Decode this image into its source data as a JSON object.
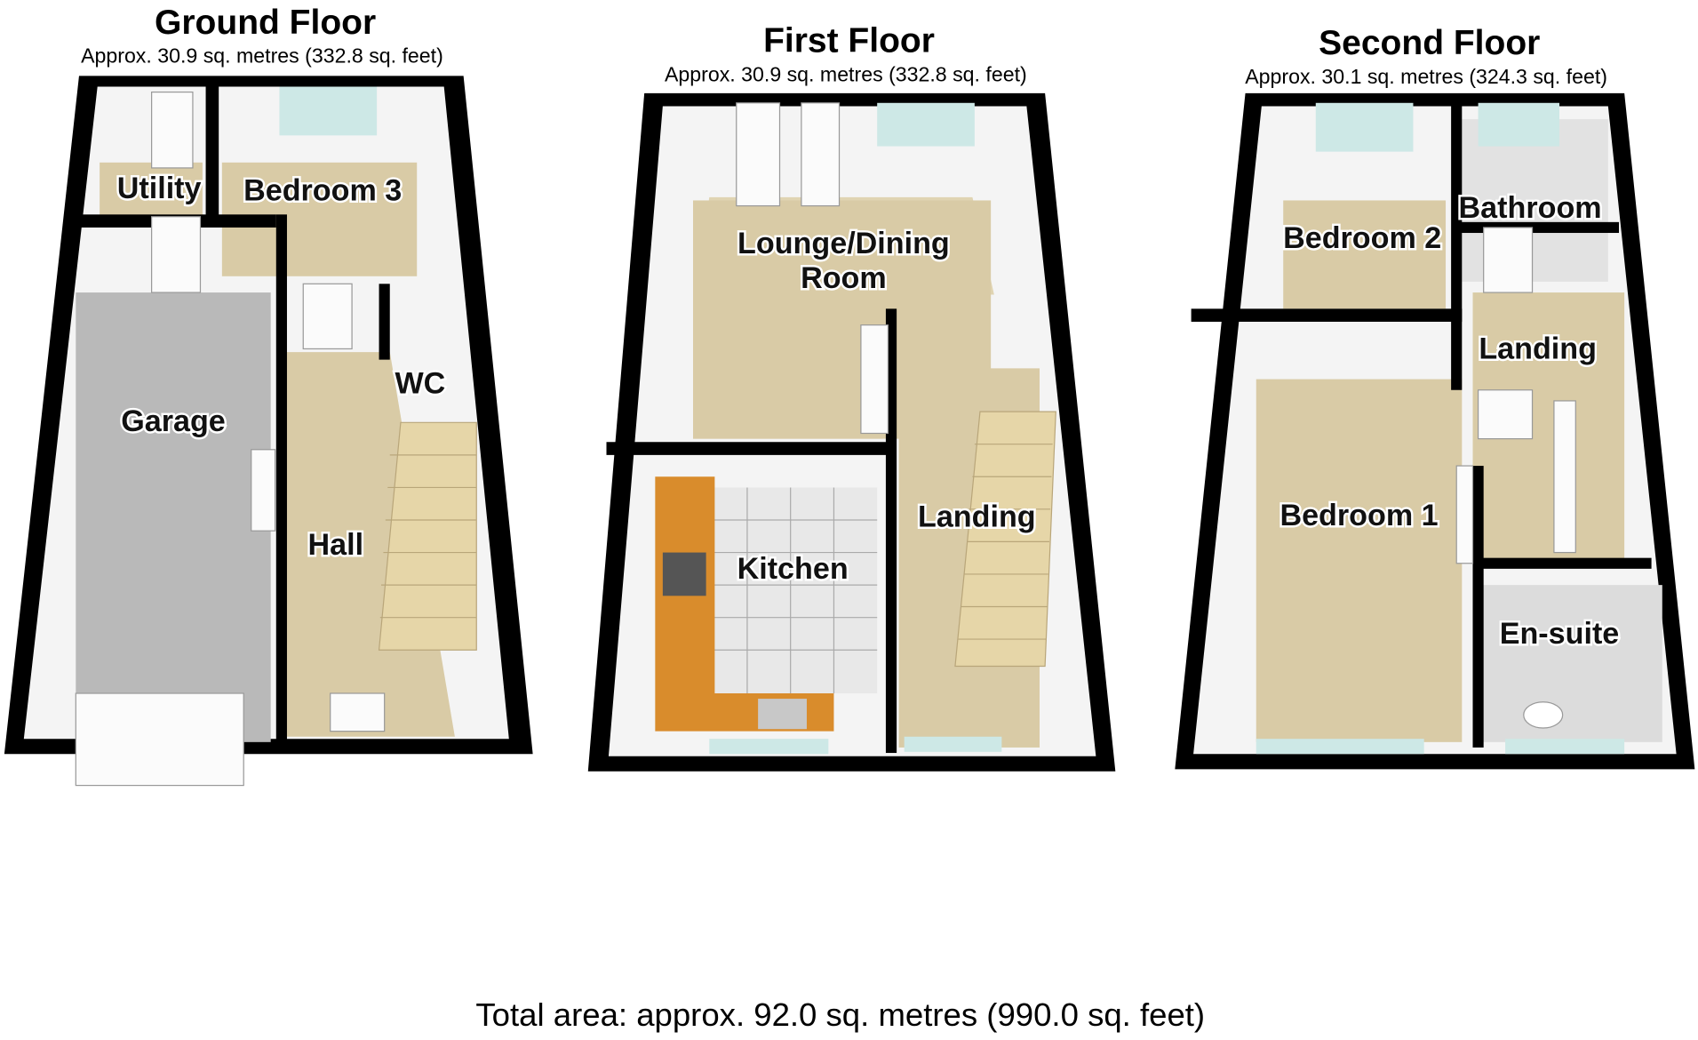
{
  "floors": [
    {
      "title": "Ground Floor",
      "area": "Approx. 30.9 sq. metres (332.8 sq. feet)",
      "rooms": [
        "Utility",
        "Bedroom 3",
        "WC",
        "Garage",
        "Hall"
      ]
    },
    {
      "title": "First Floor",
      "area": "Approx. 30.9 sq. metres (332.8 sq. feet)",
      "rooms": [
        "Lounge/Dining",
        "Room",
        "Kitchen",
        "Landing"
      ]
    },
    {
      "title": "Second Floor",
      "area": "Approx. 30.1 sq. metres (324.3 sq. feet)",
      "rooms": [
        "Bathroom",
        "Bedroom 2",
        "Landing",
        "Bedroom 1",
        "En-suite"
      ]
    }
  ],
  "total": "Total area: approx. 92.0 sq. metres (990.0 sq. feet)"
}
